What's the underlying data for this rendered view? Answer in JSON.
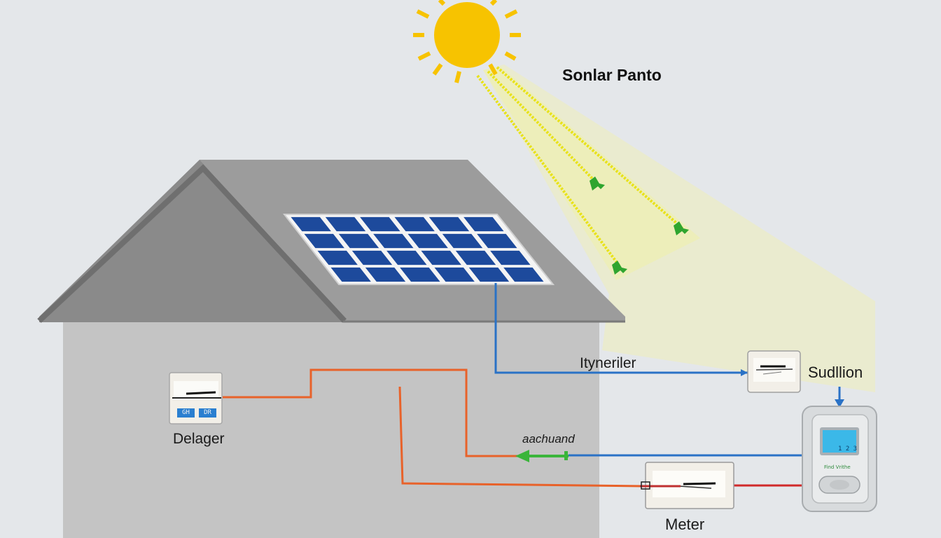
{
  "diagram": {
    "title": "Sonlar Panto",
    "labels": {
      "inverter": "Ityneriler",
      "supply": "Sudllion",
      "datalogger": "Delager",
      "backhaul": "aachuand",
      "meter": "Meter"
    },
    "datalogger_buttons": [
      "GH",
      "DR"
    ],
    "meter_display": "1 2 3",
    "meter_brand": "Find  Vrithe"
  },
  "colors": {
    "background": "#e4e7ea",
    "sun": "#f7c300",
    "sun_rays": "#f5d21a",
    "light_beam": "#efefb4",
    "panel_cells": "#1d4a9c",
    "roof": "#8e8e8e",
    "house_wall": "#c4c4c4",
    "dc_line": "#2a72c6",
    "ac_line": "#e8622a",
    "grid_line": "#d12a2a",
    "backhaul_arrow": "#3ab53a",
    "photon_icon": "#2fa52f"
  }
}
